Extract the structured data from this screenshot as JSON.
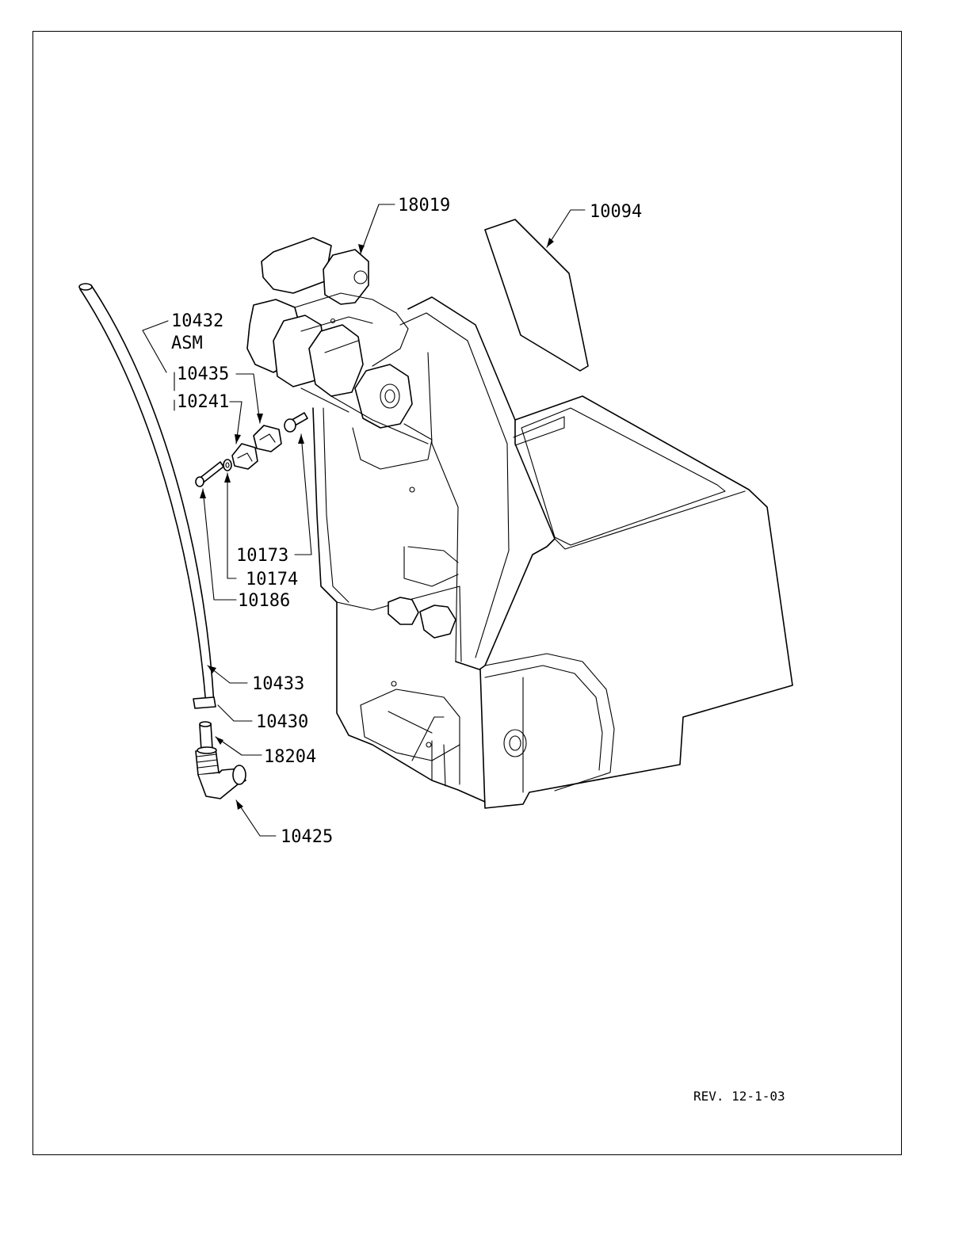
{
  "callouts": {
    "c18019": "18019",
    "c10094": "10094",
    "c10432": "10432",
    "c10432_asm": "ASM",
    "c10435": "10435",
    "c10241": "10241",
    "c10173": "10173",
    "c10174": "10174",
    "c10186": "10186",
    "c10433": "10433",
    "c10430": "10430",
    "c18204": "18204",
    "c10425": "10425"
  },
  "revision": "REV. 12-1-03"
}
